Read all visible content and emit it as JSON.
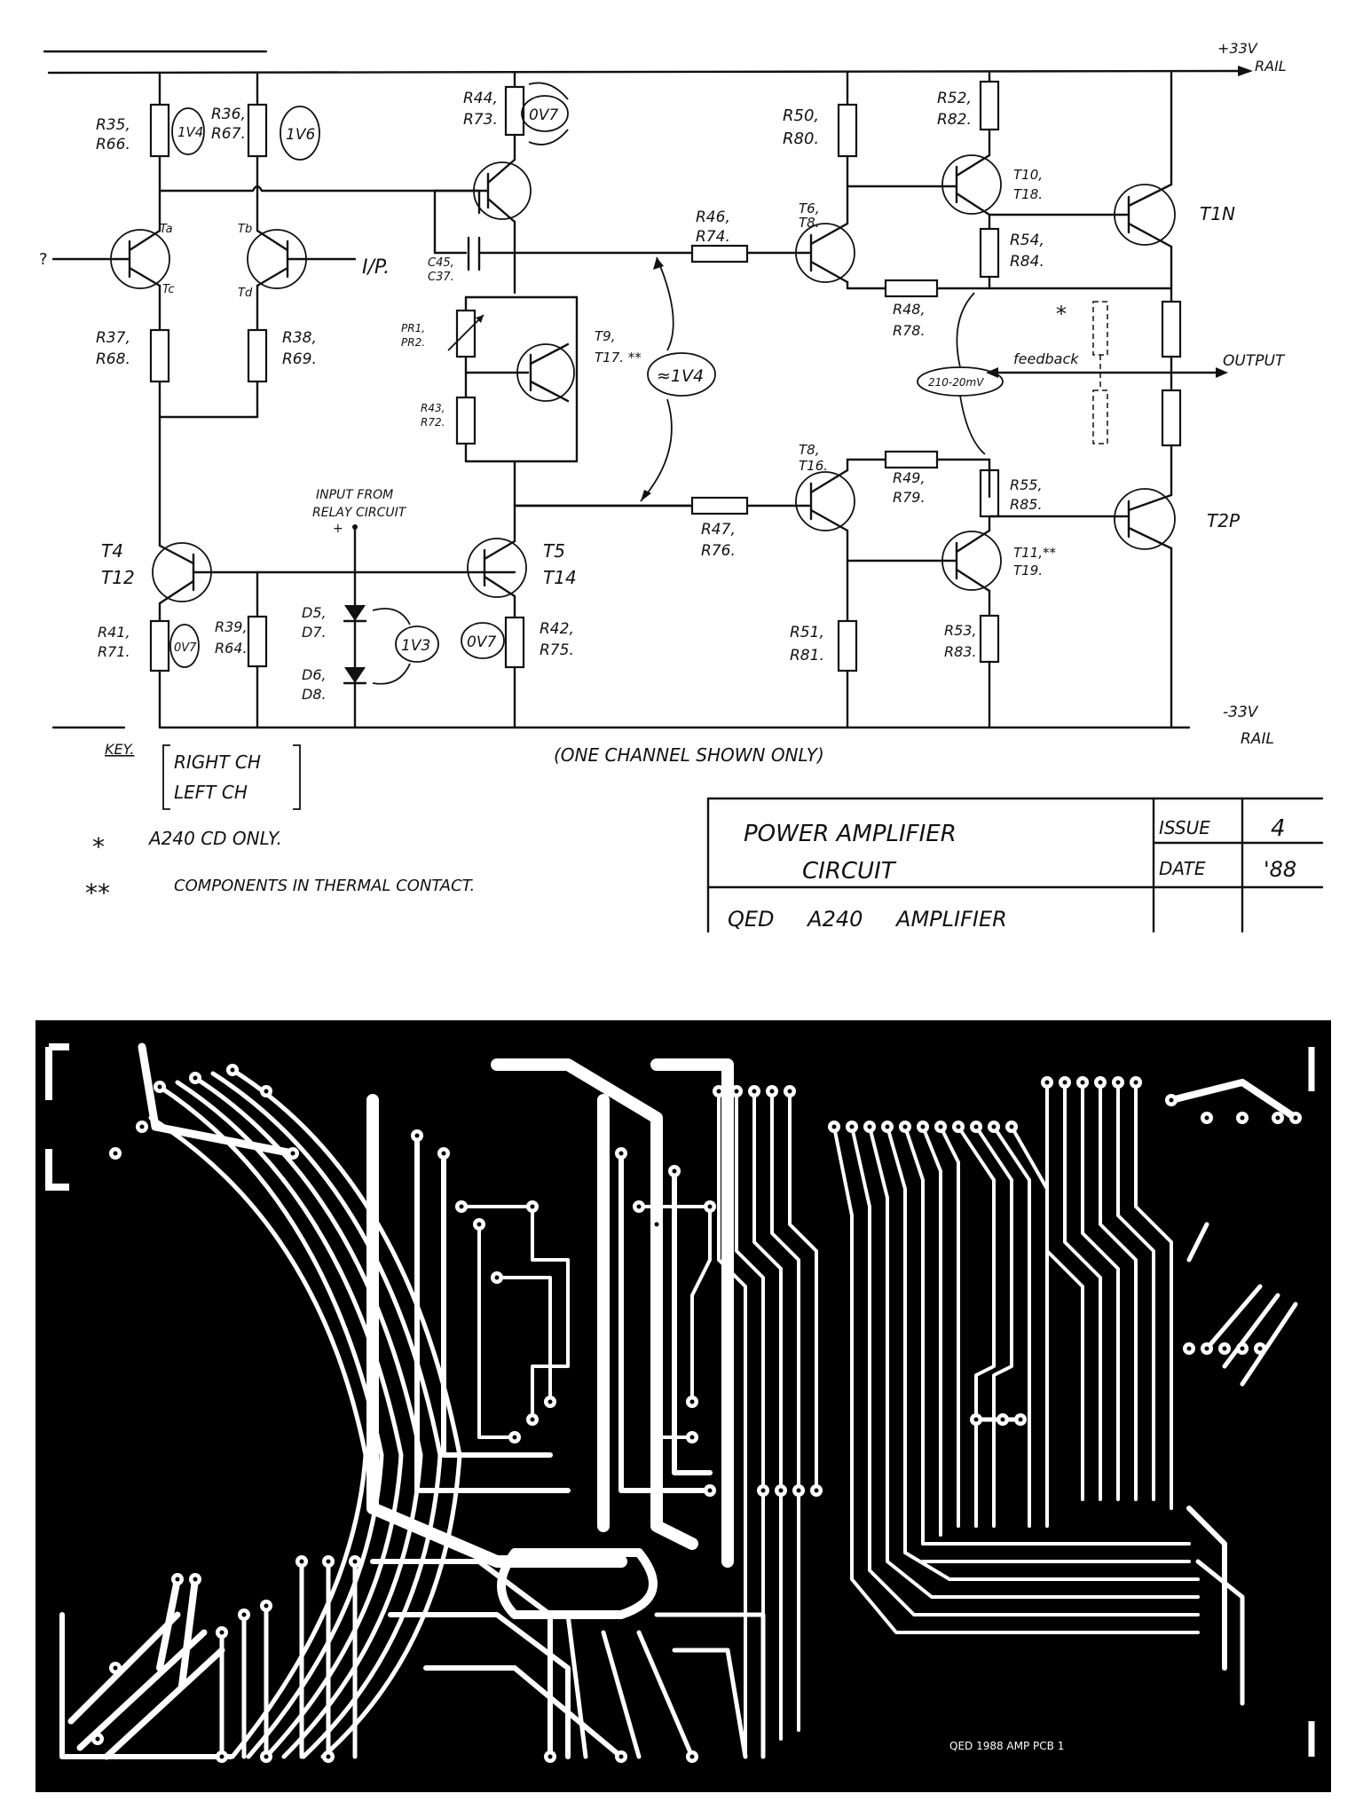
{
  "schematic": {
    "rail_pos": "RAIL",
    "rail_pos_prefix": "+33V",
    "rail_neg": "-33V",
    "rail_neg_suffix": "RAIL",
    "input": "I/P.",
    "output": "OUTPUT",
    "feedback": "feedback",
    "input_from_relay": [
      "INPUT FROM",
      "RELAY CIRCUIT"
    ],
    "plus_minus": "+",
    "note_star": "*",
    "channel_note": "(ONE CHANNEL SHOWN ONLY)",
    "voltages": {
      "v1": "1V4",
      "v2": "1V6",
      "v3": "0V7",
      "v4": "≈1V4",
      "v5": "0V7",
      "v6": "1V3",
      "v7": "0V7",
      "v8": "210-20mV"
    },
    "transistors": {
      "ta": "Ta",
      "tb": "Tb",
      "tc": "Tc",
      "td": "Td",
      "t4": [
        "T4",
        "T12"
      ],
      "t5": [
        "T5",
        "T14"
      ],
      "t9": [
        "T9,",
        "T17. **"
      ],
      "t10": [
        "T10,",
        "T18."
      ],
      "t6": [
        "T6,",
        "T8."
      ],
      "t8": [
        "T8,",
        "T16."
      ],
      "t11": [
        "T11,**",
        "T19."
      ],
      "t1n": "T1N",
      "t2p": "T2P",
      "t_top": [
        "T10,",
        "T18."
      ]
    },
    "resistors": {
      "r35": [
        "R35,",
        "R66."
      ],
      "r36": [
        "R36,",
        "R67."
      ],
      "r44": [
        "R44,",
        "R73."
      ],
      "r37": [
        "R37,",
        "R68."
      ],
      "r38": [
        "R38,",
        "R69."
      ],
      "c45": [
        "C45,",
        "C37."
      ],
      "pr": [
        "PR1,",
        "PR2."
      ],
      "r43": [
        "R43,",
        "R72."
      ],
      "r41": [
        "R41,",
        "R71."
      ],
      "r39": [
        "R39,",
        "R64."
      ],
      "d5": [
        "D5,",
        "D7."
      ],
      "d6": [
        "D6,",
        "D8."
      ],
      "r42": [
        "R42,",
        "R75."
      ],
      "r46": [
        "R46,",
        "R74."
      ],
      "r47": [
        "R47,",
        "R76."
      ],
      "r50": [
        "R50,",
        "R80."
      ],
      "r52": [
        "R52,",
        "R82."
      ],
      "r54": [
        "R54,",
        "R84."
      ],
      "r48": [
        "R48,",
        "R78."
      ],
      "r49": [
        "R49,",
        "R79."
      ],
      "r55": [
        "R55,",
        "R85."
      ],
      "r51": [
        "R51,",
        "R81."
      ],
      "r53": [
        "R53,",
        "R83."
      ]
    },
    "key": {
      "label": "KEY.",
      "right": "RIGHT CH",
      "left": "LEFT CH",
      "star": "*",
      "star_text": "A240 CD ONLY.",
      "dstar": "**",
      "dstar_text": "COMPONENTS IN THERMAL CONTACT."
    },
    "title_block": {
      "title_line1": "POWER AMPLIFIER",
      "title_line2": "CIRCUIT",
      "product": "QED A240 AMPLIFIER",
      "issue_label": "ISSUE",
      "issue_value": "4",
      "date_label": "DATE",
      "date_value": "'88"
    }
  },
  "pcb": {
    "marking": "QED 1988 AMP PCB 1",
    "colors": {
      "board": "#000000",
      "copper": "#ffffff"
    }
  }
}
